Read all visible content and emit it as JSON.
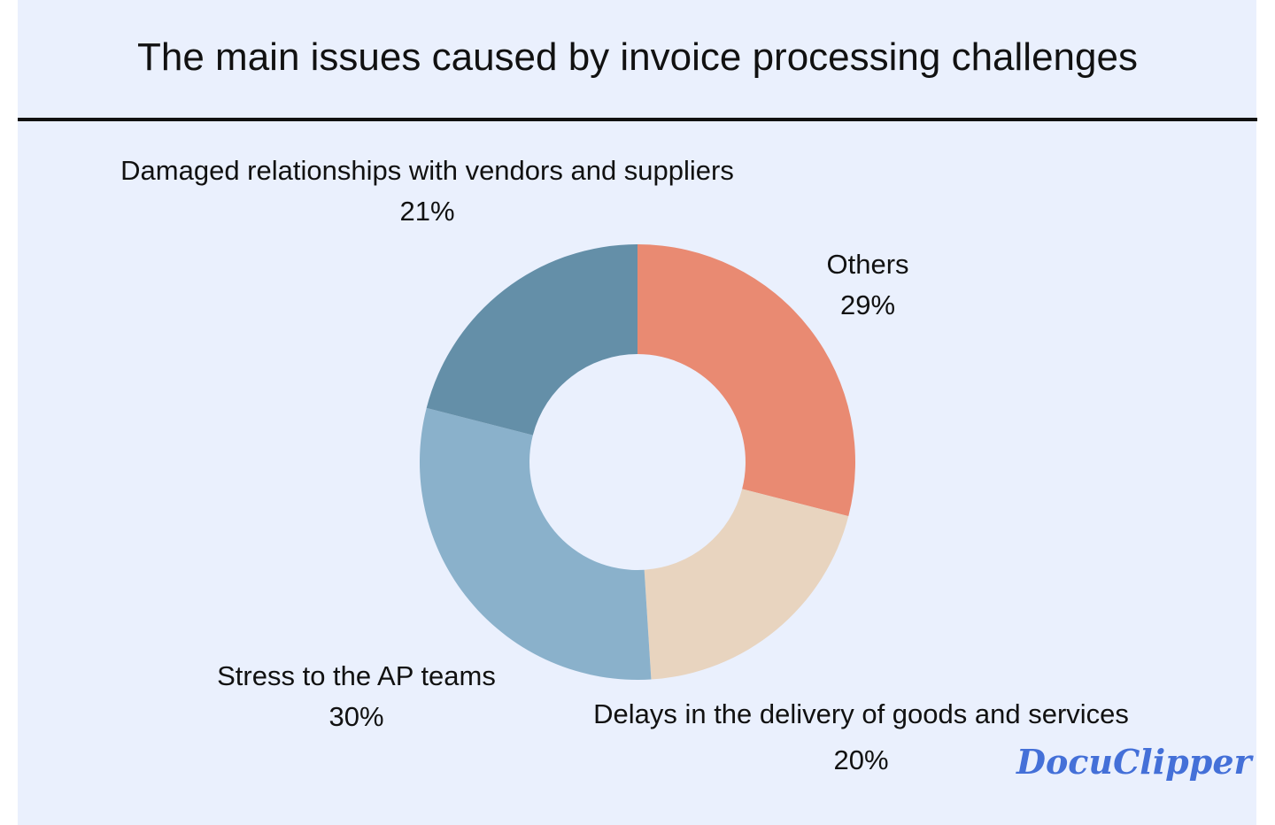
{
  "title": "The main issues caused by invoice processing challenges",
  "brand": "DocuClipper",
  "labels": [
    {
      "name": "Others",
      "value": "29%"
    },
    {
      "name": "Delays in the delivery of goods and services",
      "value": "20%"
    },
    {
      "name": "Stress to the AP teams",
      "value": "30%"
    },
    {
      "name": "Damaged relationships with vendors and suppliers",
      "value": "21%"
    }
  ],
  "colors": {
    "others": "#e98a72",
    "delays": "#e8d4bf",
    "stress": "#8ab1cb",
    "damaged": "#648fa8",
    "background": "#eaf0fd"
  },
  "chart_data": {
    "type": "pie",
    "variant": "donut",
    "title": "The main issues caused by invoice processing challenges",
    "categories": [
      "Others",
      "Delays in the delivery of goods and services",
      "Stress to the AP teams",
      "Damaged relationships with vendors and suppliers"
    ],
    "values": [
      29,
      20,
      30,
      21
    ],
    "unit": "%",
    "colors": [
      "#e98a72",
      "#e8d4bf",
      "#8ab1cb",
      "#648fa8"
    ]
  }
}
